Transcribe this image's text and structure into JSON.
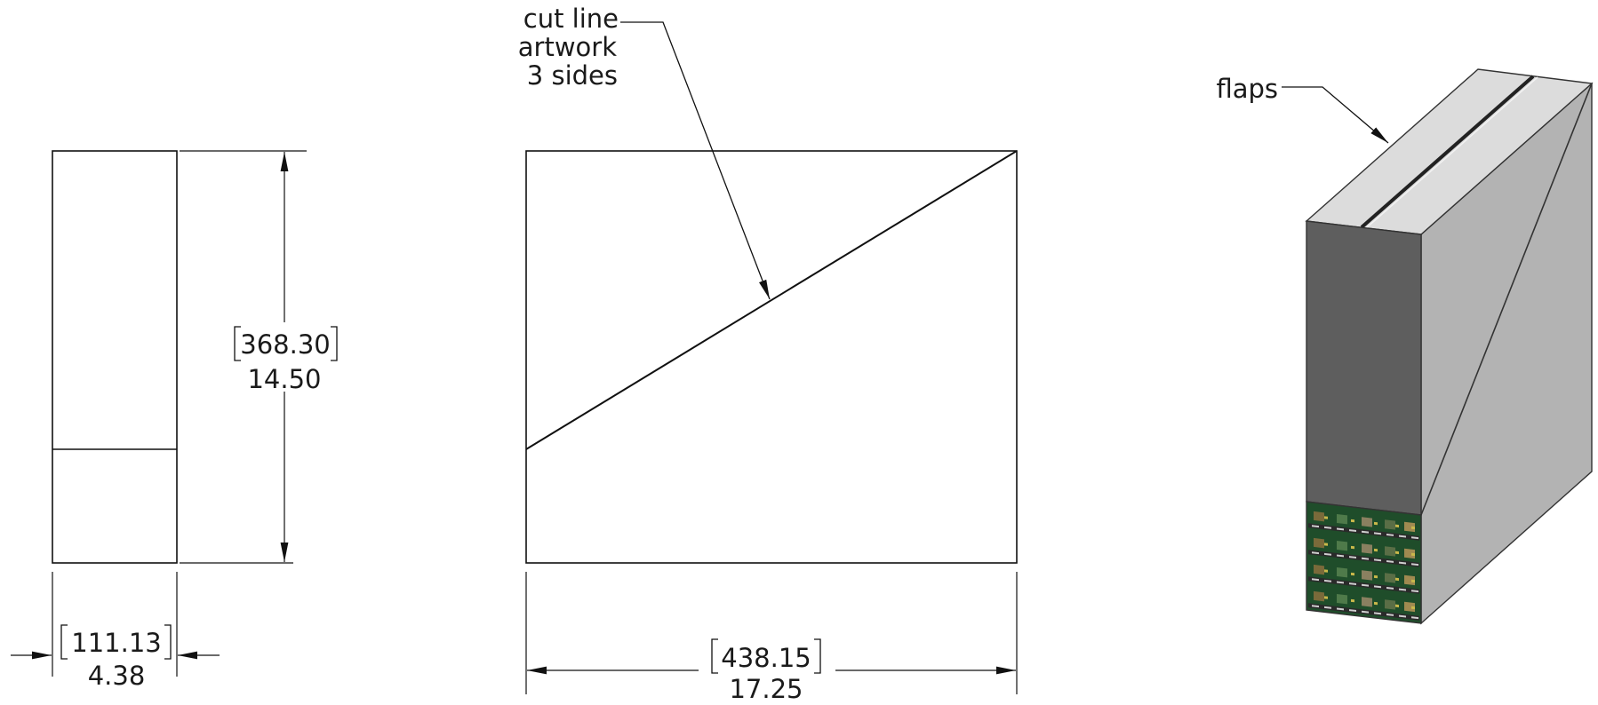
{
  "side_view": {
    "height_dim": {
      "metric": "368.30",
      "imperial": "14.50"
    },
    "width_dim": {
      "metric": "111.13",
      "imperial": "4.38"
    }
  },
  "front_view": {
    "width_dim": {
      "metric": "438.15",
      "imperial": "17.25"
    },
    "callout": {
      "line1": "cut line",
      "line2": "artwork",
      "line3": "3 sides"
    }
  },
  "iso_view": {
    "callout": {
      "label": "flaps"
    },
    "colors": {
      "front_face": "#5e5e5e",
      "side_face": "#b3b3b3",
      "top_face": "#dcdcdc",
      "artwork_base": "#1f4d2a"
    }
  }
}
